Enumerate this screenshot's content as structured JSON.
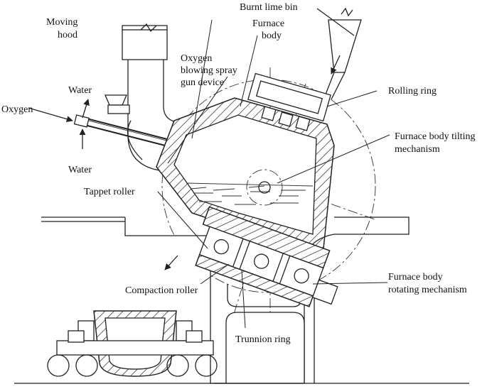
{
  "labels": {
    "burnt_lime_bin": "Burnt lime bin",
    "moving_hood_1": "Moving",
    "moving_hood_2": "hood",
    "furnace_body_1": "Furnace",
    "furnace_body_2": "body",
    "oxygen_gun_1": "Oxygen",
    "oxygen_gun_2": "blowing spray",
    "oxygen_gun_3": "gun device",
    "water_top": "Water",
    "rolling_ring": "Rolling ring",
    "oxygen": "Oxygen",
    "tilting_1": "Furnace body tilting",
    "tilting_2": "mechanism",
    "water_bottom": "Water",
    "tappet_roller": "Tappet roller",
    "rotating_1": "Furnace body",
    "rotating_2": "rotating mechanism",
    "compaction_roller": "Compaction roller",
    "trunnion_ring": "Trunnion ring"
  }
}
